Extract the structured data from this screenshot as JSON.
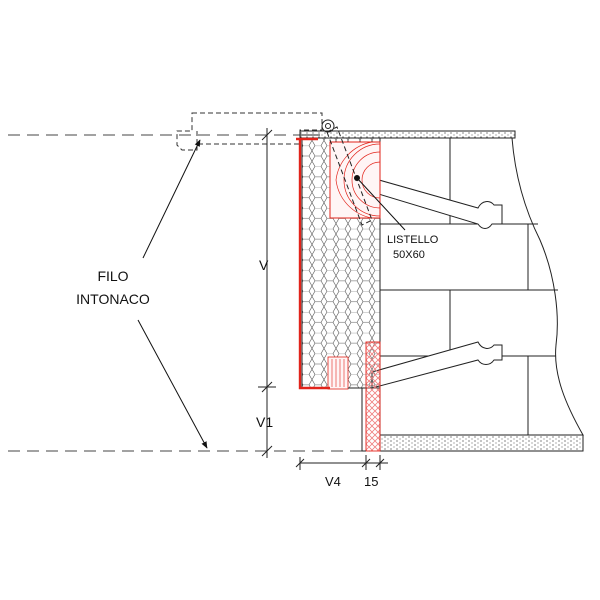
{
  "labels": {
    "filo_line1": "FILO",
    "filo_line2": "INTONACO",
    "listello_line1": "LISTELLO",
    "listello_line2": "50X60",
    "dim_v": "V",
    "dim_v1": "V1",
    "dim_v4": "V4",
    "dim_15": "15"
  },
  "colors": {
    "line": "#1a1a1a",
    "red": "#e2231a",
    "hatch_red": "#f08080",
    "dash": "#444444"
  }
}
